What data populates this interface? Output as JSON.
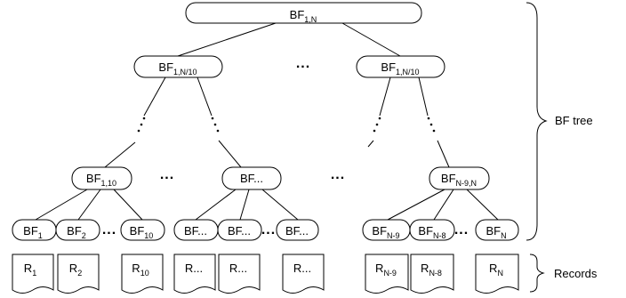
{
  "diagram": {
    "root": {
      "base": "BF",
      "sub": "1,N"
    },
    "level2": [
      {
        "base": "BF",
        "sub": "1,N/10"
      },
      {
        "base": "BF",
        "sub": "1,N/10"
      }
    ],
    "level3": [
      {
        "base": "BF",
        "sub": "1,10"
      },
      {
        "base": "BF...",
        "sub": ""
      },
      {
        "base": "BF",
        "sub": "N-9,N"
      }
    ],
    "leaves": [
      {
        "base": "BF",
        "sub": "1"
      },
      {
        "base": "BF",
        "sub": "2"
      },
      {
        "base": "BF",
        "sub": "10"
      },
      {
        "base": "BF...",
        "sub": ""
      },
      {
        "base": "BF...",
        "sub": ""
      },
      {
        "base": "BF...",
        "sub": ""
      },
      {
        "base": "BF",
        "sub": "N-9"
      },
      {
        "base": "BF",
        "sub": "N-8"
      },
      {
        "base": "BF",
        "sub": "N"
      }
    ],
    "records": [
      {
        "base": "R",
        "sub": "1"
      },
      {
        "base": "R",
        "sub": "2"
      },
      {
        "base": "R",
        "sub": "10"
      },
      {
        "base": "R...",
        "sub": ""
      },
      {
        "base": "R...",
        "sub": ""
      },
      {
        "base": "R...",
        "sub": ""
      },
      {
        "base": "R",
        "sub": "N-9"
      },
      {
        "base": "R",
        "sub": "N-8"
      },
      {
        "base": "R",
        "sub": "N"
      }
    ],
    "ellipsis": "...",
    "brace_labels": {
      "tree": "BF tree",
      "records": "Records"
    }
  }
}
